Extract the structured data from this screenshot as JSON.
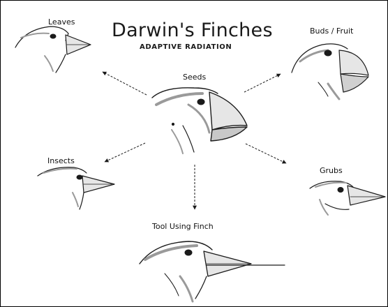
{
  "title": "Darwin's Finches",
  "subtitle": "ADAPTIVE RADIATION",
  "nodes": {
    "leaves": "Leaves",
    "buds_fruit": "Buds / Fruit",
    "seeds": "Seeds",
    "insects": "Insects",
    "grubs": "Grubs",
    "tool_using": "Tool Using Finch"
  },
  "colors": {
    "ink": "#1a1a1a",
    "shade": "#9a9a9a",
    "beak": "#e6e6e6"
  }
}
